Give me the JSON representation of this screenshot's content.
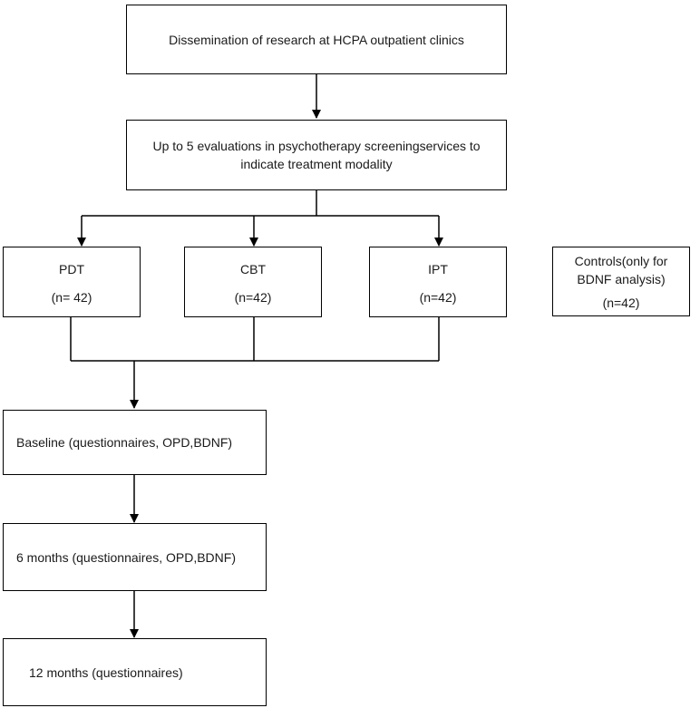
{
  "diagram": {
    "dissemination": {
      "text": "Dissemination of research at HCPA outpatient clinics"
    },
    "screening": {
      "line1": "Up to 5 evaluations in psychotherapy screeningservices to",
      "line2": "indicate treatment modality"
    },
    "groups": [
      {
        "label": "PDT",
        "n": "(n= 42)"
      },
      {
        "label": "CBT",
        "n": "(n=42)"
      },
      {
        "label": "IPT",
        "n": "(n=42)"
      }
    ],
    "controls": {
      "line1": "Controls(only for",
      "line2": "BDNF analysis)",
      "n": "(n=42)"
    },
    "baseline": {
      "text": "Baseline (questionnaires, OPD,BDNF)"
    },
    "six_months": {
      "text": "6 months (questionnaires, OPD,BDNF)"
    },
    "twelve_months": {
      "text": "12 months (questionnaires)"
    }
  }
}
